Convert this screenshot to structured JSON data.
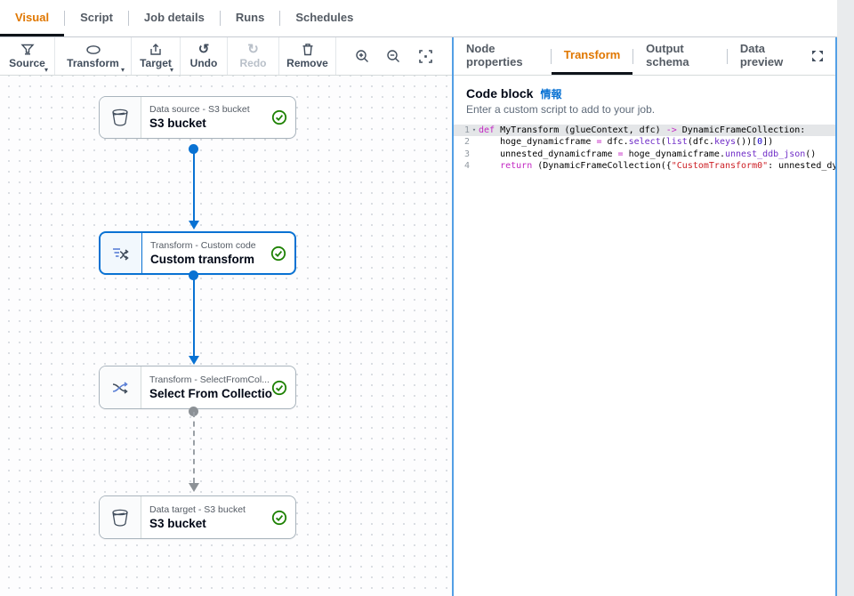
{
  "job_tabs": {
    "items": [
      "Visual",
      "Script",
      "Job details",
      "Runs",
      "Schedules"
    ],
    "active": "Visual"
  },
  "toolbar": {
    "source": "Source",
    "transform": "Transform",
    "target": "Target",
    "undo": "Undo",
    "redo": "Redo",
    "remove": "Remove",
    "icons": [
      "zoom-in",
      "zoom-out",
      "zoom-fit"
    ]
  },
  "panel": {
    "tabs": [
      "Node properties",
      "Transform",
      "Output schema",
      "Data preview"
    ],
    "active_tab": "Transform",
    "code_block": {
      "title": "Code block",
      "info_link": "情報",
      "description": "Enter a custom script to add to your job.",
      "active_line": 0,
      "lines": [
        {
          "no": "1",
          "fold": true,
          "tokens": [
            [
              "kw",
              "def"
            ],
            [
              "plain",
              " MyTransform (glueContext, dfc) "
            ],
            [
              "kw",
              "->"
            ],
            [
              "plain",
              " DynamicFrameCollection:"
            ]
          ]
        },
        {
          "no": "2",
          "fold": false,
          "tokens": [
            [
              "plain",
              "    hoge_dynamicframe "
            ],
            [
              "kw",
              "="
            ],
            [
              "plain",
              " dfc."
            ],
            [
              "fn",
              "select"
            ],
            [
              "plain",
              "("
            ],
            [
              "fn",
              "list"
            ],
            [
              "plain",
              "(dfc."
            ],
            [
              "fn",
              "keys"
            ],
            [
              "plain",
              "())["
            ],
            [
              "num",
              "0"
            ],
            [
              "plain",
              "])"
            ]
          ]
        },
        {
          "no": "3",
          "fold": false,
          "tokens": [
            [
              "plain",
              "    unnested_dynamicframe "
            ],
            [
              "kw",
              "="
            ],
            [
              "plain",
              " hoge_dynamicframe."
            ],
            [
              "fn",
              "unnest_ddb_json"
            ],
            [
              "plain",
              "()"
            ]
          ]
        },
        {
          "no": "4",
          "fold": false,
          "tokens": [
            [
              "plain",
              "    "
            ],
            [
              "kw",
              "return"
            ],
            [
              "plain",
              " (DynamicFrameCollection({"
            ],
            [
              "str",
              "\"CustomTransform0\""
            ],
            [
              "plain",
              ": unnested_dy"
            ]
          ]
        }
      ]
    }
  },
  "canvas": {
    "nodes": [
      {
        "subtitle": "Data source - S3 bucket",
        "title": "S3 bucket",
        "icon": "s3-bucket",
        "status": "success",
        "selected": false
      },
      {
        "subtitle": "Transform - Custom code",
        "title": "Custom transform",
        "icon": "custom-code",
        "status": "success",
        "selected": true
      },
      {
        "subtitle": "Transform - SelectFromCol...",
        "title": "Select From Collection",
        "icon": "select-from-collection",
        "status": "success",
        "selected": false
      },
      {
        "subtitle": "Data target - S3 bucket",
        "title": "S3 bucket",
        "icon": "s3-bucket",
        "status": "success",
        "selected": false
      }
    ],
    "connections": [
      {
        "from": 0,
        "to": 1,
        "style": "solid"
      },
      {
        "from": 1,
        "to": 2,
        "style": "solid"
      },
      {
        "from": 2,
        "to": 3,
        "style": "dashed"
      }
    ]
  },
  "colors": {
    "accent_orange": "#e07700",
    "primary_blue": "#0972d3",
    "success_green": "#1d8102",
    "panel_border_blue": "#539fe5",
    "connector_gray": "#8c9196"
  }
}
